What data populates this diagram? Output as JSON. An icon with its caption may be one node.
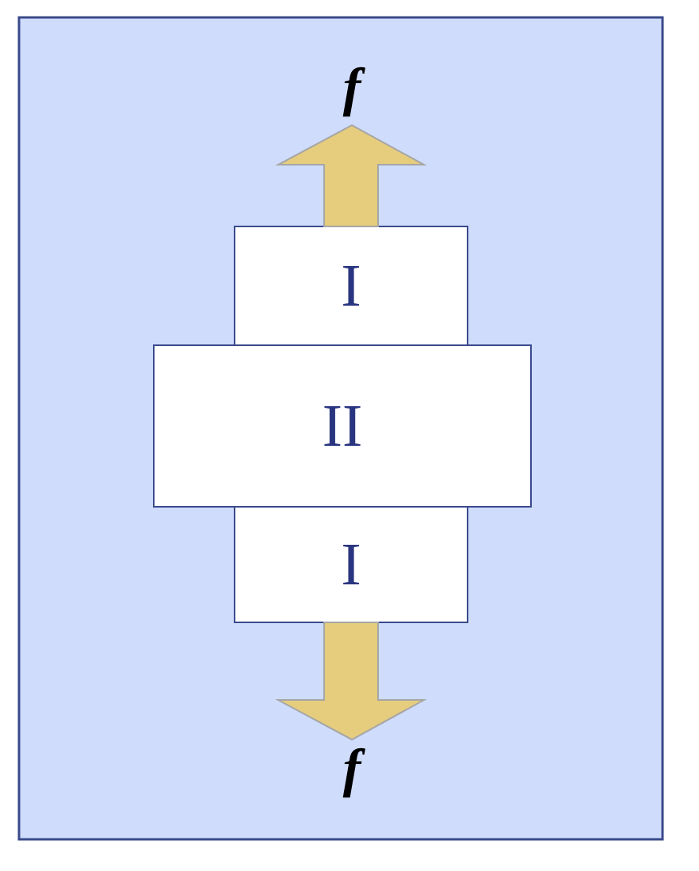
{
  "diagram": {
    "nodes": [
      {
        "text": [
          "I"
        ]
      },
      {
        "text": [
          "II"
        ]
      },
      {
        "text": [
          "I"
        ]
      },
      {
        "text": [
          "f"
        ]
      },
      {
        "text": [
          "f"
        ]
      }
    ],
    "edges": [
      {
        "from": 0,
        "to": 3,
        "arrow": "to",
        "style": "thick"
      },
      {
        "from": 2,
        "to": 4,
        "arrow": "to",
        "style": "thick"
      }
    ]
  }
}
